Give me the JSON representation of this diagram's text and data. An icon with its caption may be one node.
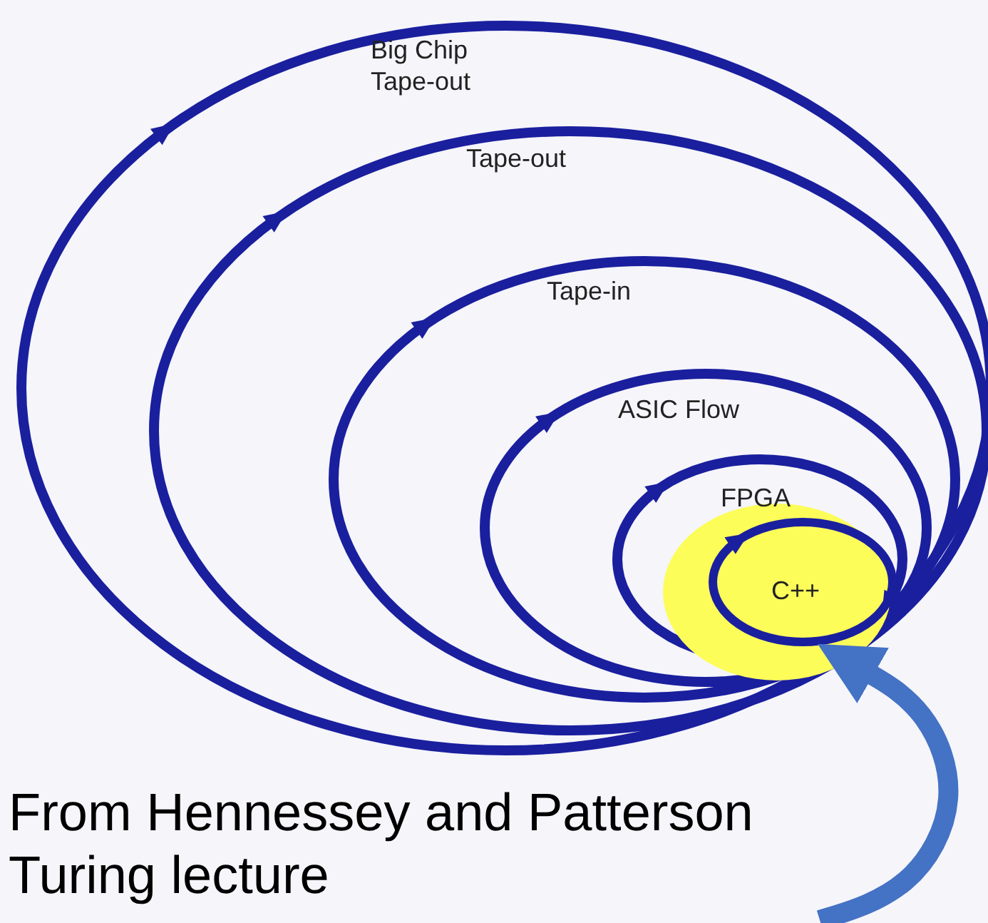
{
  "diagram": {
    "nodes": [
      {
        "text": [
          "Big Chip Tape-out"
        ]
      },
      {
        "text": [
          "Tape-out"
        ],
        "in": 0
      },
      {
        "text": [
          "Tape-in"
        ],
        "in": 1
      },
      {
        "text": [
          "ASIC Flow"
        ],
        "in": 2
      },
      {
        "text": [
          "FPGA"
        ],
        "in": 3
      },
      {
        "text": [
          "C++"
        ],
        "in": 4
      }
    ],
    "edges": [
      {
        "from": null,
        "to": 5,
        "arrow": "to"
      }
    ],
    "labels": [
      "From Hennessey and Patterson Turing lecture"
    ]
  }
}
